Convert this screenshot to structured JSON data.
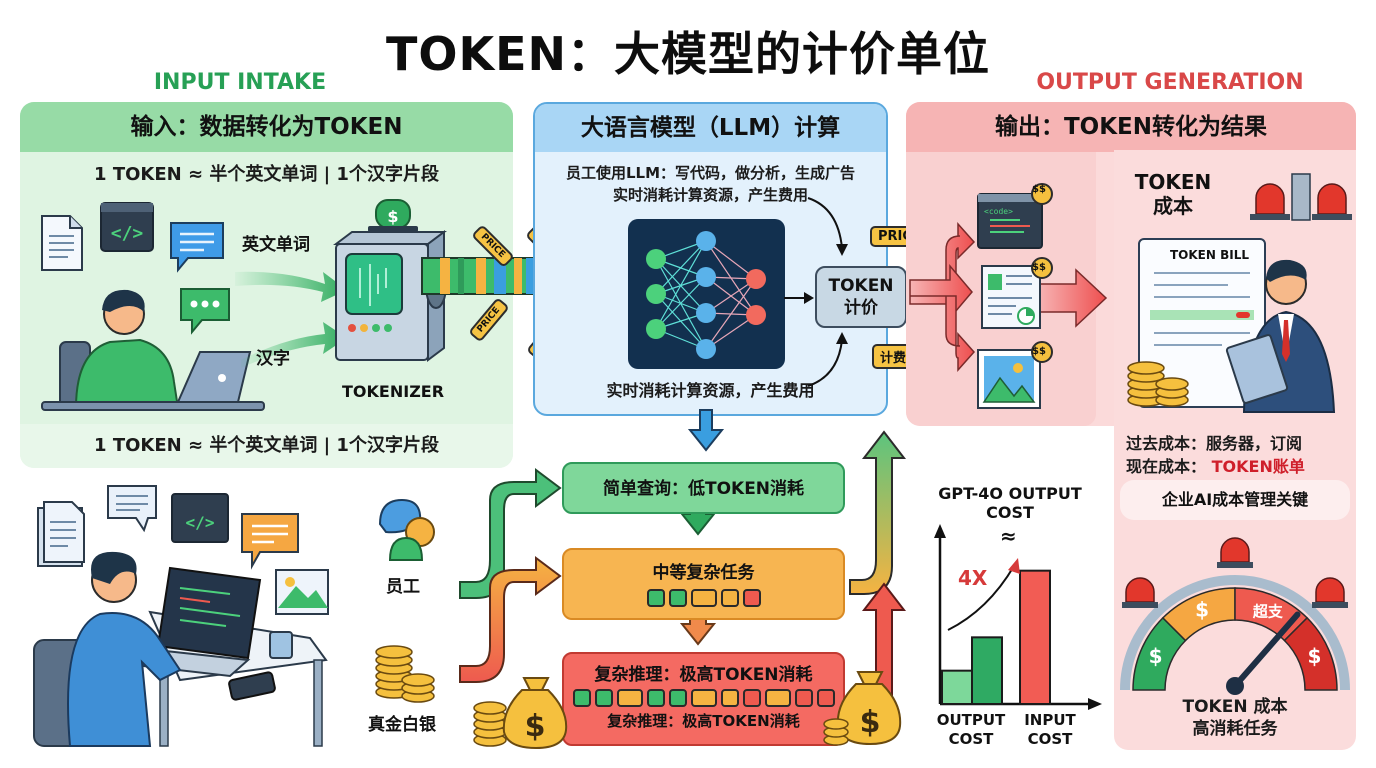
{
  "title": "TOKEN：大模型的计价单位",
  "sections": {
    "input_label": "INPUT INTAKE",
    "output_label": "OUTPUT GENERATION"
  },
  "input_panel": {
    "header": "输入：数据转化为TOKEN",
    "token_equation_top": "1 TOKEN ≈ 半个英文单词 | 1个汉字片段",
    "token_equation_bottom": "1 TOKEN ≈ 半个英文单词 | 1个汉字片段",
    "arrow_english": "英文单词",
    "arrow_chinese": "汉字",
    "tokenizer_label": "TOKENIZER",
    "price_tag": "PRICE",
    "icons": [
      "document-icon",
      "code-window-icon",
      "chat-bubble-icon",
      "typing-bubble-icon",
      "person-laptop-icon",
      "tokenizer-machine-icon",
      "dollar-alarm-icon"
    ]
  },
  "llm_panel": {
    "header": "大语言模型（LLM）计算",
    "line1": "员工使用LLM：写代码，做分析，生成广告",
    "line2": "实时消耗计算资源，产生费用",
    "bottom_text": "实时消耗计算资源，产生费用",
    "token_pricing_node": "TOKEN\n计价",
    "token_pricing_line1": "TOKEN",
    "token_pricing_line2": "计价",
    "tag_price": "PRICE",
    "tag_billing": "计费"
  },
  "output_panel": {
    "header": "输出：TOKEN转化为结果",
    "cost_money": "$$",
    "outputs": [
      "code-output-icon",
      "report-output-icon",
      "image-output-icon"
    ]
  },
  "cost_panel": {
    "title_line1": "TOKEN",
    "title_line2": "成本",
    "bill_title": "TOKEN BILL",
    "past_cost_label": "过去成本：",
    "past_cost_value": "服务器，订阅",
    "now_cost_label": "现在成本：",
    "now_cost_value": "TOKEN账单",
    "key_pill": "企业AI成本管理关键",
    "gauge_overrun": "超支",
    "gauge_dollar": "$",
    "gauge_level": 0.72,
    "gauge_caption_line1": "TOKEN 成本",
    "gauge_caption_line2": "高消耗任务"
  },
  "flow": {
    "employee_label": "员工",
    "money_label": "真金白银",
    "simple": "简单查询：低TOKEN消耗",
    "medium": "中等复杂任务",
    "complex": "复杂推理：极高TOKEN消耗",
    "complex_sub": "复杂推理：极高TOKEN消耗",
    "medium_tokens": [
      "#3dbb6b",
      "#3dbb6b",
      "#f5b342",
      "#f5b342",
      "#ee5a4f"
    ],
    "complex_tokens": [
      "#3dbb6b",
      "#3dbb6b",
      "#f5b342",
      "#3dbb6b",
      "#3dbb6b",
      "#f5b342",
      "#f5b342",
      "#ee5a4f",
      "#f5b342",
      "#ee5a4f",
      "#ee5a4f"
    ]
  },
  "chart_data": {
    "type": "bar",
    "title": "GPT-4O OUTPUT COST",
    "annotation": "≈",
    "multiplier_label": "4X",
    "categories": [
      "OUTPUT COST",
      "INPUT COST"
    ],
    "category_lines": [
      [
        "OUTPUT",
        "COST"
      ],
      [
        "INPUT",
        "COST"
      ]
    ],
    "series": [
      {
        "name": "output-low",
        "values": [
          1.0,
          null
        ],
        "color": "#7dd89a"
      },
      {
        "name": "output-high",
        "values": [
          2.0,
          null
        ],
        "color": "#2faa63"
      },
      {
        "name": "input",
        "values": [
          null,
          4.0
        ],
        "color": "#f25c54"
      }
    ],
    "ylim": [
      0,
      4.5
    ],
    "xlabel": "",
    "ylabel": "",
    "grid": false
  }
}
